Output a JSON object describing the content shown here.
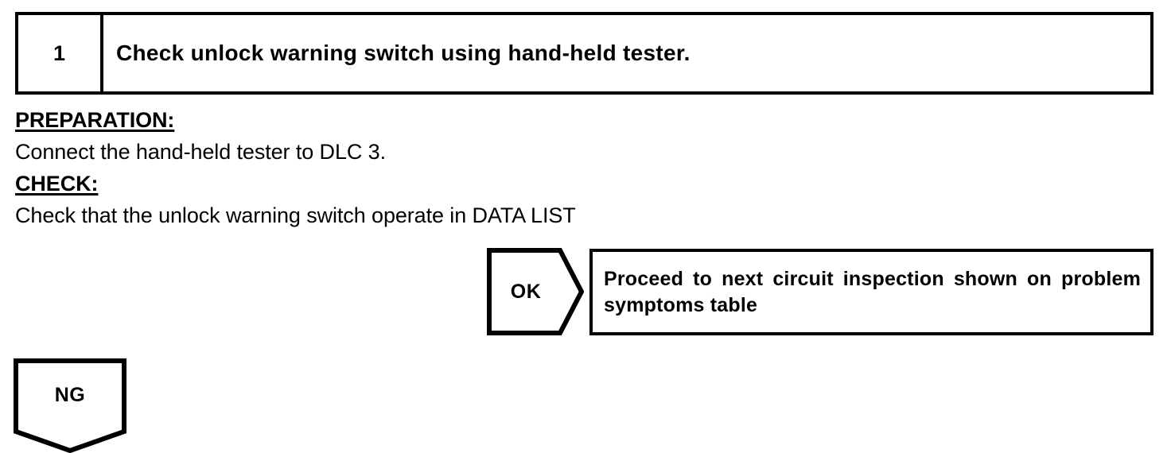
{
  "step": {
    "number": "1",
    "title": "Check unlock warning switch using hand-held tester."
  },
  "instructions": [
    {
      "label": "PREPARATION:",
      "heading": true
    },
    {
      "label": "Connect the hand-held tester to DLC 3.",
      "heading": false
    },
    {
      "label": "CHECK:",
      "heading": true
    },
    {
      "label": "Check that the unlock warning switch operate in DATA LIST",
      "heading": false
    }
  ],
  "branches": {
    "ok": {
      "label": "OK",
      "result": "Proceed to next circuit inspection shown on problem symptoms table"
    },
    "ng": {
      "label": "NG"
    }
  },
  "colors": {
    "ink": "#000000",
    "paper": "#ffffff"
  }
}
